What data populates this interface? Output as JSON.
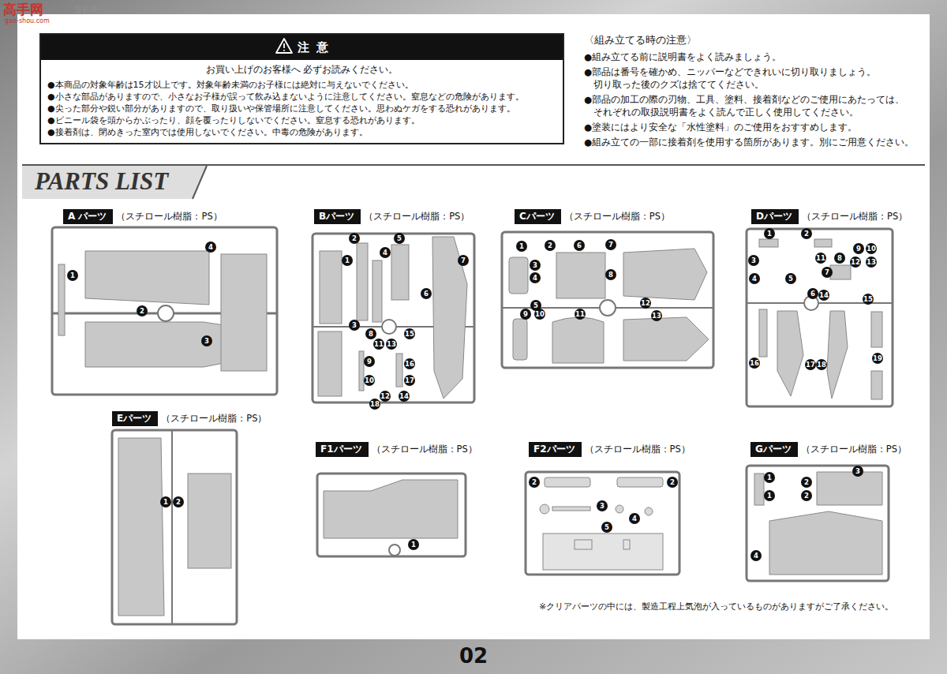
{
  "diagram": {
    "nodes": [
      {
        "text": [
          "注 意",
          "お買い上げのお客様へ 必ずお読みください。",
          "●本商品の対象年齢は15才以上です。対象年齢未満のお子様には絶対に与えないでください。",
          "●小さな部品がありますので、小さなお子様が誤って飲み込まないように注意してください。窒息などの危険があります。",
          "●尖った部分や鋭い部分がありますので、取り扱いや保管場所に注意してください。思わぬケガをする恐れがあります。",
          "●ビニール袋を頭からかぶったり、顔を覆ったりしないでください。窒息する恐れがあります。",
          "●接着剤は、閉めきった室内では使用しないでください。中毒の危険があります。"
        ]
      },
      {
        "text": [
          "A パーツ",
          "（スチロール樹脂：PS）"
        ]
      },
      {
        "text": [
          "Bパーツ",
          "（スチロール樹脂：PS）"
        ]
      },
      {
        "text": [
          "Cパーツ",
          "（スチロール樹脂：PS）"
        ]
      },
      {
        "text": [
          "Dパーツ",
          "（スチロール樹脂：PS）"
        ]
      },
      {
        "text": [
          "Eパーツ",
          "（スチロール樹脂：PS）"
        ]
      },
      {
        "text": [
          "F1パーツ",
          "（スチロール樹脂：PS）"
        ]
      },
      {
        "text": [
          "F2パーツ",
          "（スチロール樹脂：PS）"
        ]
      },
      {
        "text": [
          "Gパーツ",
          "（スチロール樹脂：PS）"
        ]
      }
    ],
    "labels": [
      "高手网",
      "SEARCH",
      "gao-shou.com",
      "〈組み立てる時の注意〉",
      "●組み立てる前に説明書をよく読みましょう。",
      "●部品は番号を確かめ、ニッパーなどできれいに切り取りましょう。 切り取った後のクズは捨ててください。",
      "●部品の加工の際の刃物、工具、塗料、接着剤などのご使用にあたっては、 それぞれの取扱説明書をよく読んで正しく使用してください。",
      "●塗装にはより安全な「水性塗料」のご使用をおすすめします。",
      "●組み立ての一部に接着剤を使用する箇所があります。別にご用意ください。",
      "PARTS LIST",
      "1",
      "2",
      "3",
      "4",
      "1",
      "2",
      "3",
      "4",
      "5",
      "6",
      "7",
      "8",
      "9",
      "10",
      "11",
      "12",
      "13",
      "14",
      "15",
      "16",
      "17",
      "18",
      "1",
      "2",
      "3",
      "4",
      "5",
      "6",
      "7",
      "8",
      "9",
      "10",
      "11",
      "12",
      "13",
      "1",
      "2",
      "3",
      "4",
      "5",
      "6",
      "7",
      "8",
      "9",
      "10",
      "11",
      "12",
      "13",
      "14",
      "15",
      "16",
      "17",
      "18",
      "19",
      "1",
      "2",
      "1",
      "2",
      "2",
      "3",
      "4",
      "5",
      "1",
      "2",
      "1",
      "2",
      "3",
      "4",
      "※クリアパーツの中には、製造工程上気泡が入っているものがありますがご了承ください。",
      "02"
    ]
  }
}
